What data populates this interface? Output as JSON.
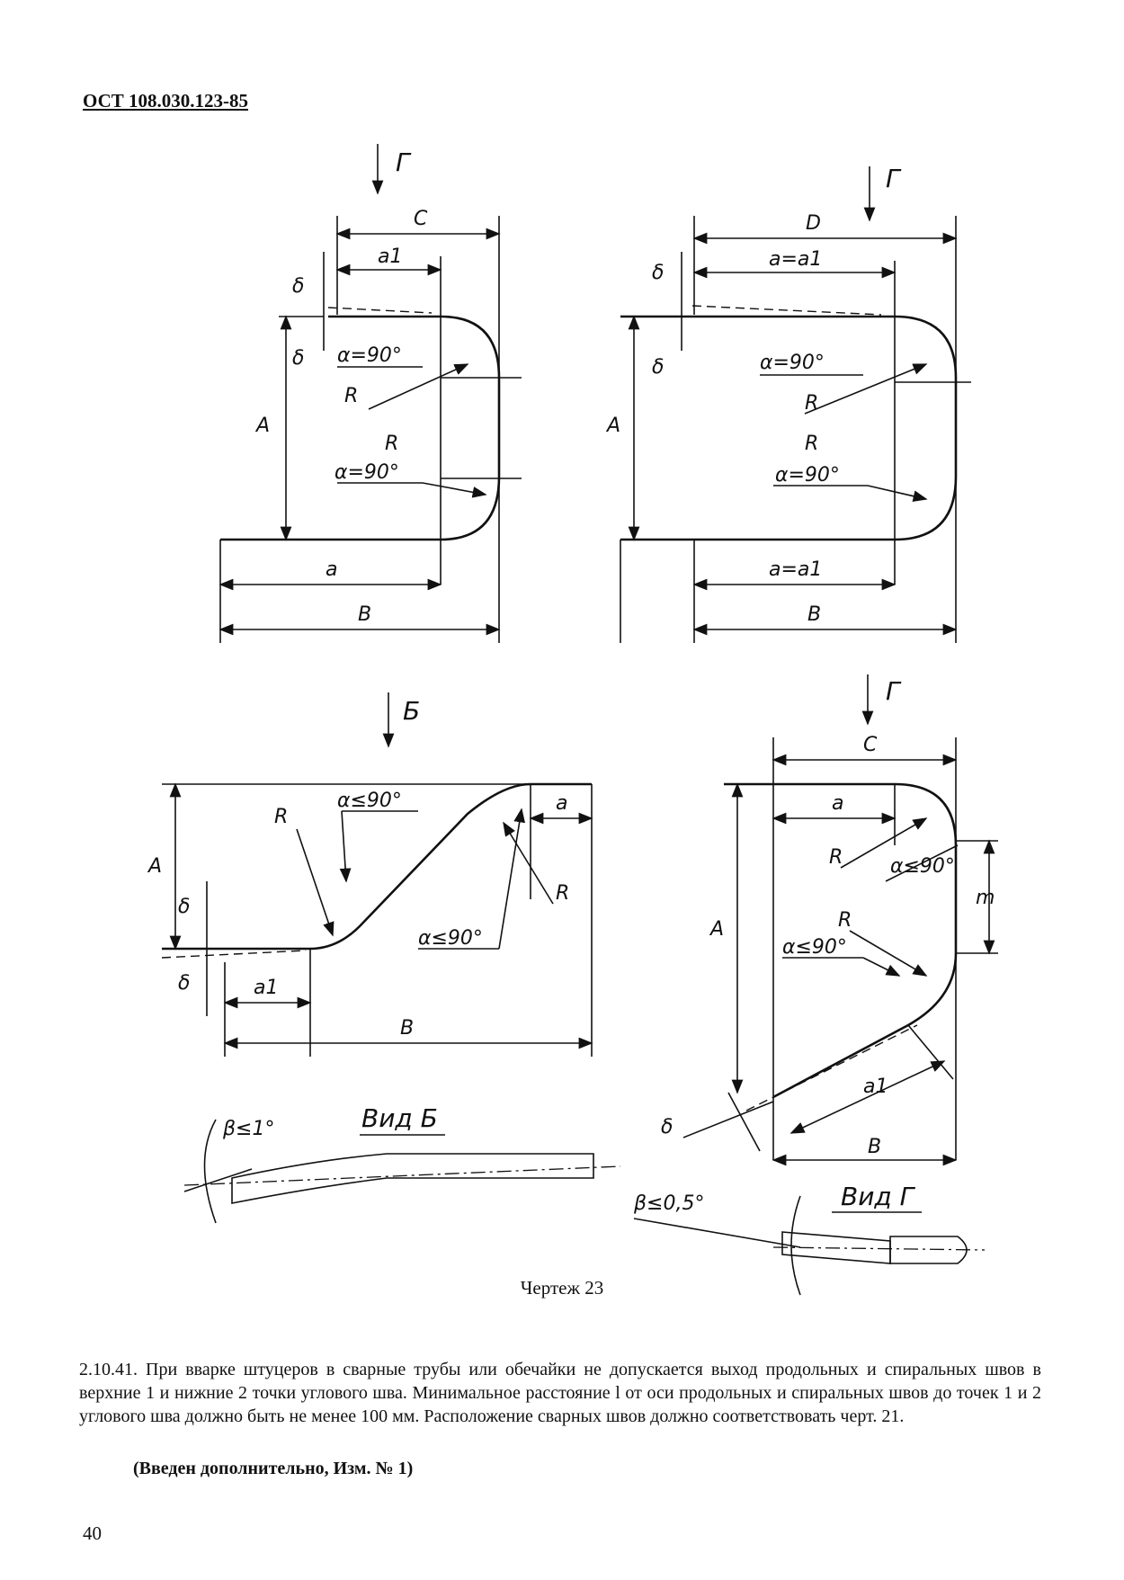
{
  "header": {
    "code": "ОСТ 108.030.123-85"
  },
  "figure": {
    "caption": "Чертеж 23",
    "views": {
      "top_left": {
        "view_arrow": "Г",
        "dims": {
          "c": "C",
          "a1": "a1",
          "delta_top": "δ",
          "delta_side": "δ",
          "alpha_top": "α=90°",
          "r_top": "R",
          "a_dim": "A",
          "r_bottom": "R",
          "alpha_bottom": "α=90°",
          "a": "a",
          "b": "B"
        }
      },
      "top_right": {
        "view_arrow": "Г",
        "dims": {
          "d": "D",
          "a_eq_a1_top": "a=a1",
          "delta_top": "δ",
          "delta_side": "δ",
          "alpha_top": "α=90°",
          "r_top": "R",
          "a_dim": "A",
          "r_bottom": "R",
          "alpha_bottom": "α=90°",
          "a_eq_a1_bottom": "a=a1",
          "b": "B"
        }
      },
      "bottom_left": {
        "view_arrow": "Б",
        "dims": {
          "r_left": "R",
          "alpha_top": "α≤90°",
          "a": "a",
          "a_dim": "A",
          "delta_top": "δ",
          "r_right": "R",
          "alpha_bottom": "α≤90°",
          "delta_bottom": "δ",
          "a1": "a1",
          "b": "B"
        },
        "sub_view": {
          "title": "Вид Б",
          "beta": "β≤1°"
        }
      },
      "bottom_right": {
        "view_arrow": "Г",
        "dims": {
          "c": "C",
          "a": "a",
          "r_top": "R",
          "alpha_top": "α≤90°",
          "m": "m",
          "a_dim": "A",
          "r_bottom": "R",
          "alpha_bottom": "α≤90°",
          "a1": "a1",
          "delta": "δ",
          "b": "B"
        },
        "sub_view": {
          "title": "Вид Г",
          "beta": "β≤0,5°"
        }
      }
    }
  },
  "paragraph": {
    "text": "2.10.41. При вварке штуцеров в сварные трубы или обечайки не допускается выход продольных и спиральных швов в верхние 1 и нижние 2 точки углового шва. Минимальное расстояние l от оси продольных и спиральных швов до точек 1 и 2 углового шва должно быть не менее 100 мм. Расположение сварных швов должно соответствовать черт. 21."
  },
  "note": "(Введен дополнительно, Изм. № 1)",
  "page_number": "40"
}
